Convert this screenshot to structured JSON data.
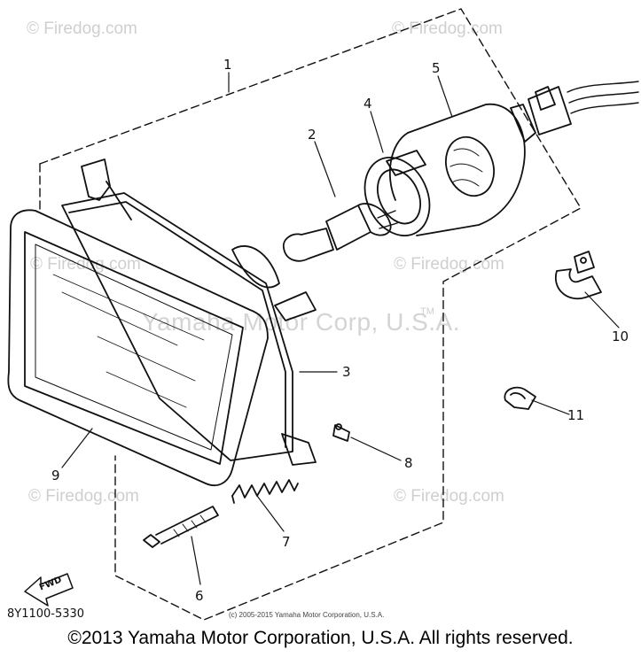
{
  "watermarks": {
    "small": [
      "© Firedog.com",
      "© Firedog.com",
      "© Firedog.com",
      "© Firedog.com",
      "© Firedog.com",
      "© Firedog.com"
    ],
    "large": "Yamaha Motor Corp, U.S.A.",
    "tm": "TM"
  },
  "callouts": [
    "1",
    "2",
    "3",
    "4",
    "5",
    "6",
    "7",
    "8",
    "9",
    "10",
    "11"
  ],
  "arrow_label": "FWD",
  "part_code": "8Y1100-5330",
  "source_copyright": "(c) 2005-2015 Yamaha Motor Corporation, U.S.A.",
  "footer": "©2013 Yamaha Motor Corporation, U.S.A. All rights reserved."
}
